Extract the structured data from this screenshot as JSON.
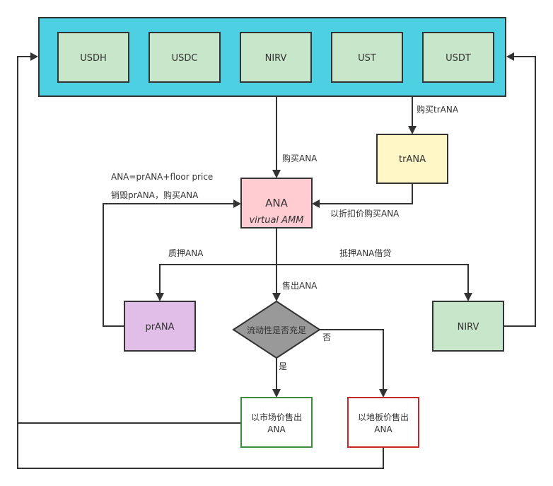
{
  "colors": {
    "container_fill": "#4dd0e1",
    "stable_fill": "#c8e6c9",
    "ana_fill": "#ffccd1",
    "trana_fill": "#fff8c6",
    "prana_fill": "#e1bee7",
    "decision_fill": "#999999",
    "market_sell_border": "#3d8b3d",
    "floor_sell_border": "#c62828",
    "line": "#333333"
  },
  "stablecoins": [
    "USDH",
    "USDC",
    "NIRV",
    "UST",
    "USDT"
  ],
  "nodes": {
    "ana": {
      "title": "ANA",
      "subtitle": "virtual AMM"
    },
    "trana": {
      "title": "trANA"
    },
    "prana": {
      "title": "prANA"
    },
    "nirv": {
      "title": "NIRV"
    },
    "decision": {
      "title": "流动性是否充足"
    },
    "market_sell": {
      "line1": "以市场价售出",
      "line2": "ANA"
    },
    "floor_sell": {
      "line1": "以地板价售出",
      "line2": "ANA"
    }
  },
  "edge_labels": {
    "buy_ana": "购买ANA",
    "buy_trana": "购买trANA",
    "discount_buy": "以折扣价购买ANA",
    "formula": "ANA=prANA+floor price",
    "burn_buy": "销毁prANA，购买ANA",
    "stake": "质押ANA",
    "collateral_loan": "抵押ANA借贷",
    "sell": "售出ANA",
    "yes": "是",
    "no": "否"
  }
}
